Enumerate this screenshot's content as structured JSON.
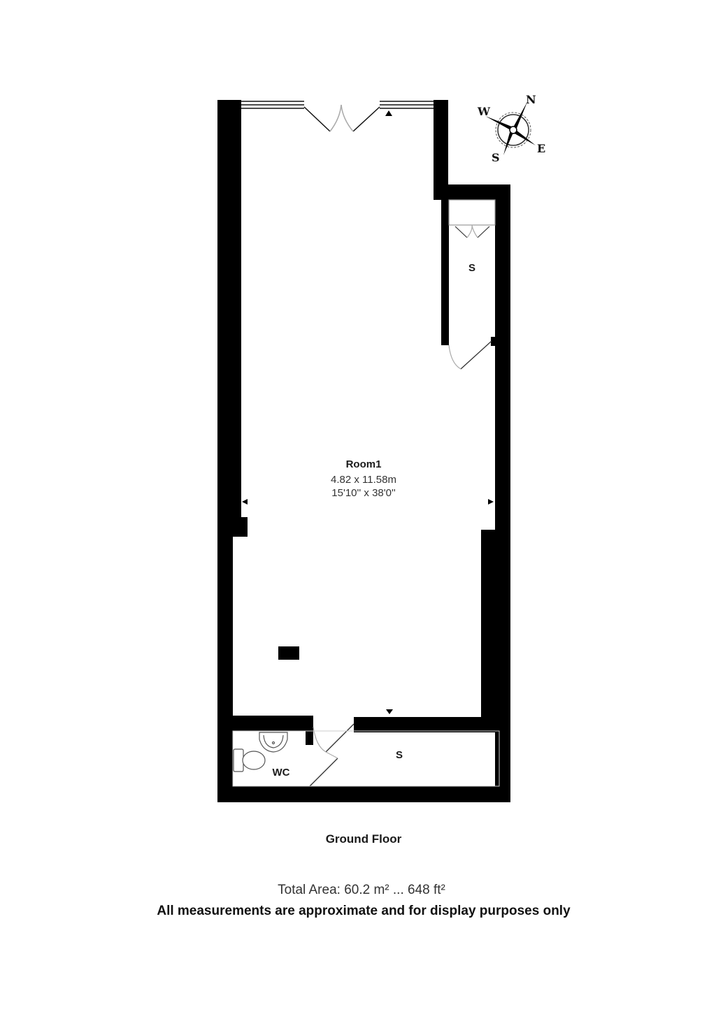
{
  "floor_plan": {
    "floor_title": "Ground Floor",
    "rooms": [
      {
        "name": "Room1",
        "dimensions_metric": "4.82 x 11.58m",
        "dimensions_imperial": "15'10'' x 38'0''"
      },
      {
        "name": "S",
        "location": "upper-right store"
      },
      {
        "name": "S",
        "location": "lower store"
      },
      {
        "name": "WC",
        "location": "lower-left"
      }
    ],
    "compass": {
      "n": "N",
      "e": "E",
      "s": "S",
      "w": "W"
    },
    "footer": {
      "total_area": "Total Area: 60.2 m² ... 648 ft²",
      "disclaimer": "All measurements are approximate and for display purposes only"
    },
    "colors": {
      "wall": "#000000",
      "background": "#ffffff",
      "text": "#1a1a1a"
    }
  }
}
